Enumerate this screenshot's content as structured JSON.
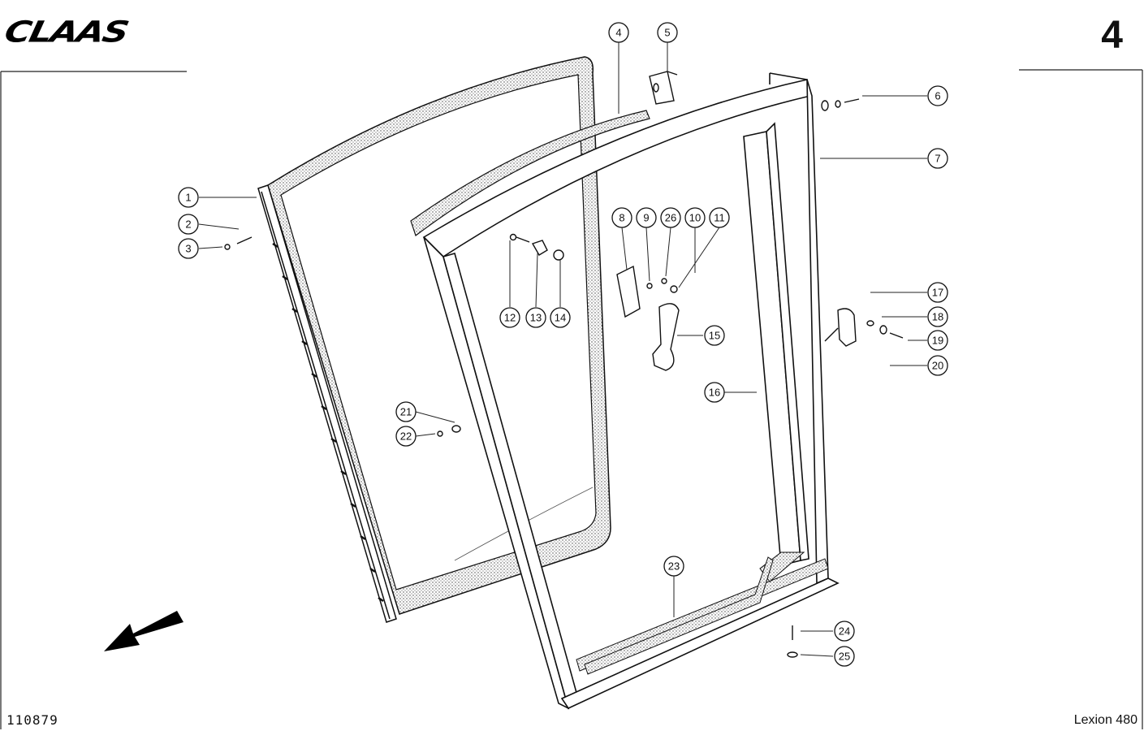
{
  "header": {
    "brand": "CLAAS",
    "page_number": "4"
  },
  "footer": {
    "document_number": "110879",
    "model": "Lexion 480"
  },
  "callouts": [
    "1",
    "2",
    "3",
    "4",
    "5",
    "6",
    "7",
    "8",
    "9",
    "26",
    "10",
    "11",
    "12",
    "13",
    "14",
    "15",
    "16",
    "17",
    "18",
    "19",
    "20",
    "21",
    "22",
    "23",
    "24",
    "25"
  ],
  "icons": {
    "direction_arrow": "arrow-southwest-icon"
  }
}
